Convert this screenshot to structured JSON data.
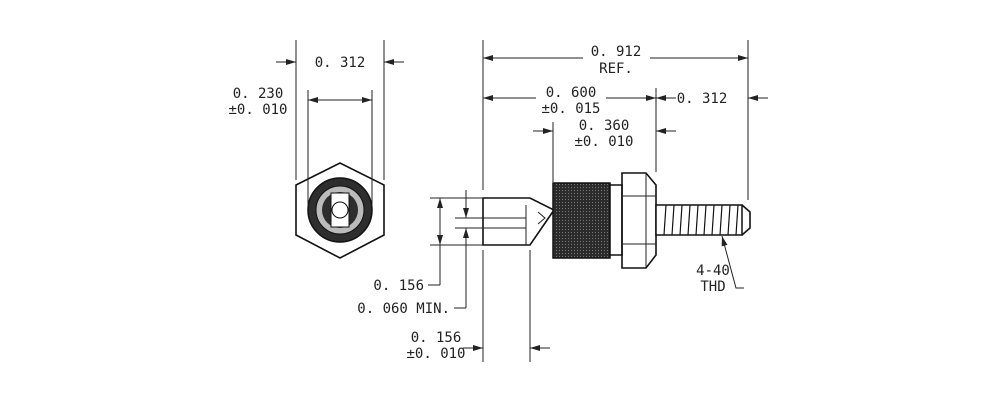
{
  "drawing": {
    "dims": {
      "hex_width": "0. 312",
      "hole_dia": "0. 230",
      "hole_dia_tol": "±0. 010",
      "overall": "0. 912",
      "overall_ref": "REF.",
      "body_len": "0. 600",
      "body_len_tol": "±0. 015",
      "knurl_len": "0. 360",
      "knurl_len_tol": "±0. 010",
      "thread_len": "0. 312",
      "slot_dia": "0. 156",
      "slot_min": "0. 060 MIN.",
      "tip_len": "0. 156",
      "tip_len_tol": "±0. 010",
      "thread_note": "4-40",
      "thread_note2": "THD"
    }
  }
}
